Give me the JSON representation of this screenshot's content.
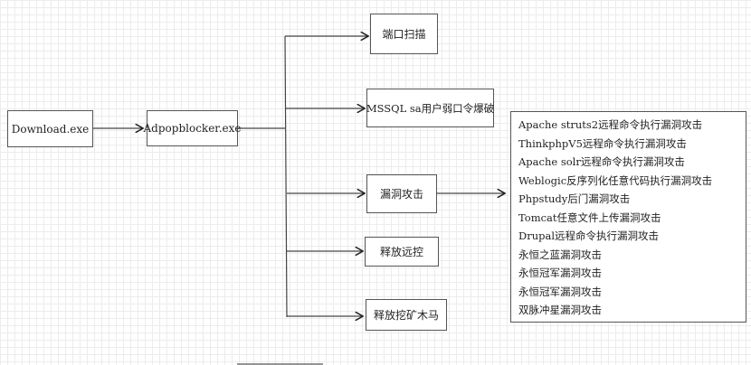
{
  "nodes": {
    "download": "Download.exe",
    "adpopblocker": "Adpopblocker.exe",
    "port_scan": "端口扫描",
    "mssql": "MSSQL sa用户弱口令爆破",
    "vuln_attack": "漏洞攻击",
    "release_rat": "释放远控",
    "release_miner": "释放挖矿木马"
  },
  "vulnerabilities": [
    "Apache struts2远程命令执行漏洞攻击",
    "ThinkphpV5远程命令执行漏洞攻击",
    "Apache solr远程命令执行漏洞攻击",
    "Weblogic反序列化任意代码执行漏洞攻击",
    "Phpstudy后门漏洞攻击",
    "Tomcat任意文件上传漏洞攻击",
    "Drupal远程命令执行漏洞攻击",
    "永恒之蓝漏洞攻击",
    "永恒冠军漏洞攻击",
    "永恒冠军漏洞攻击",
    "双脉冲星漏洞攻击"
  ]
}
